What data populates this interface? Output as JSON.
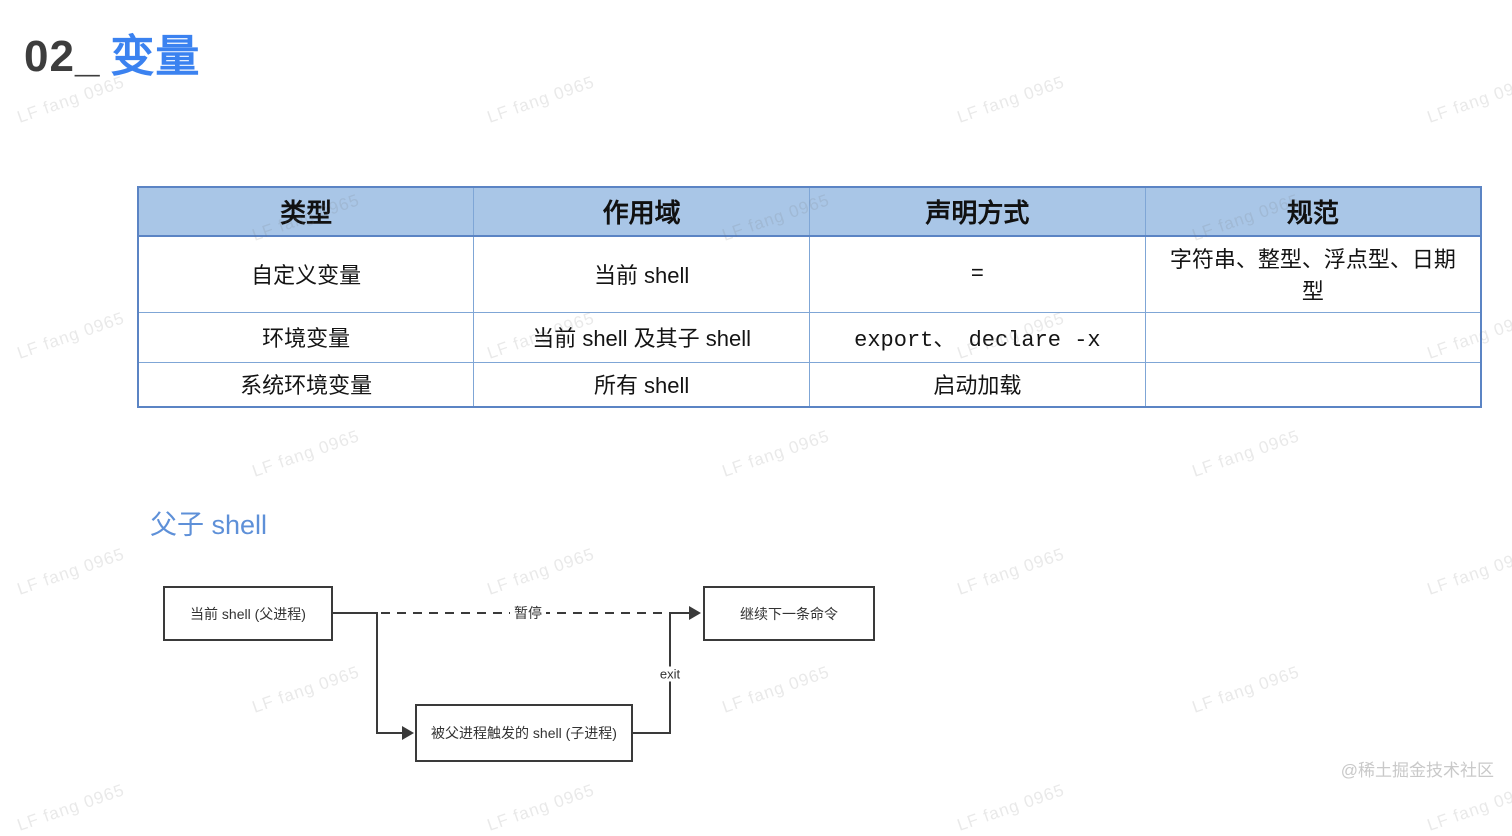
{
  "page": {
    "title_prefix": "02_",
    "title_highlight": "变量",
    "watermark_text": "LF fang 0965",
    "credit": "@稀土掘金技术社区"
  },
  "theme": {
    "accent_blue": "#3b82f0",
    "heading_blue": "#5e90d8",
    "table_header_bg": "#a9c6e7",
    "table_border": "#7fa6d6",
    "table_border_strong": "#5b84c4",
    "diagram_line": "#3a3a3a",
    "text_dark": "#2d2d2d",
    "watermark_color": "rgba(120,120,120,0.16)",
    "credit_color": "#c9c9c9"
  },
  "table": {
    "headers": [
      "类型",
      "作用域",
      "声明方式",
      "规范"
    ],
    "rows": [
      [
        "自定义变量",
        "当前 shell",
        "=",
        "字符串、整型、浮点型、日期型"
      ],
      [
        "环境变量",
        "当前 shell 及其子 shell",
        "export、 declare -x",
        ""
      ],
      [
        "系统环境变量",
        "所有 shell",
        "启动加载",
        ""
      ]
    ]
  },
  "section": {
    "heading": "父子 shell"
  },
  "diagram": {
    "boxes": {
      "parent": "当前 shell (父进程)",
      "continue_next": "继续下一条命令",
      "child": "被父进程触发的 shell (子进程)"
    },
    "labels": {
      "pause": "暂停",
      "exit": "exit"
    }
  }
}
